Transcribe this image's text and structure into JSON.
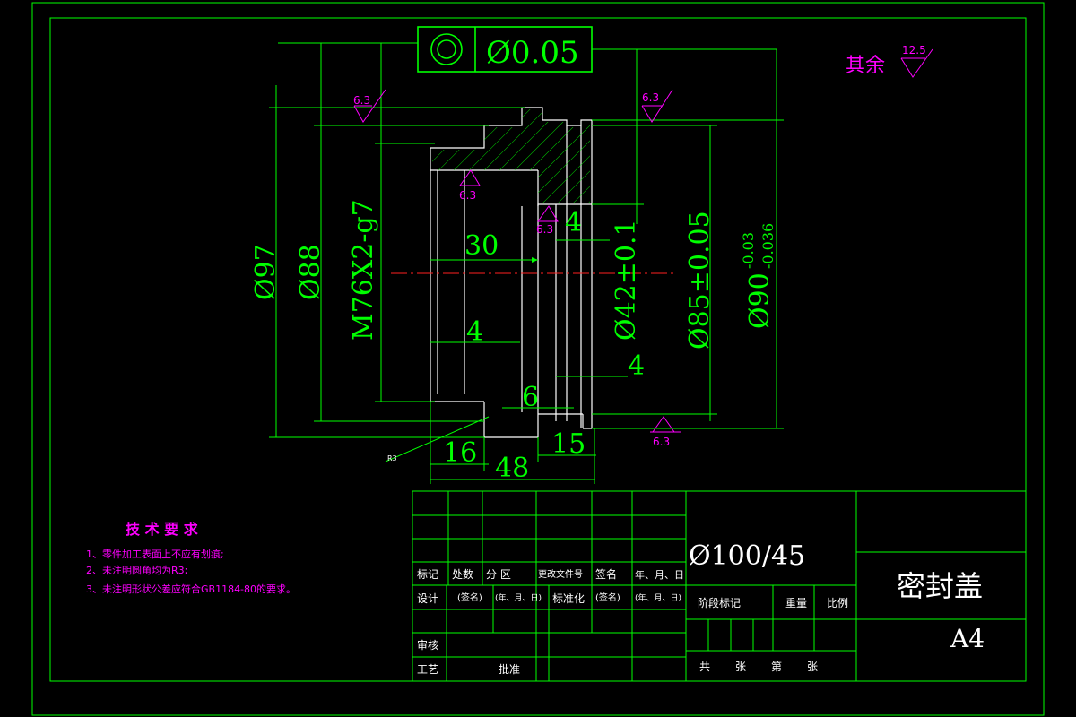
{
  "drawing": {
    "tolerance_frame": {
      "symbol": "concentricity",
      "value": "Ø0.05"
    },
    "surface_finish_rest": {
      "label": "其余",
      "value": "12.5"
    },
    "roughness_marks": [
      "6.3",
      "6.3",
      "6.3",
      "6.3",
      "6.3"
    ],
    "dimensions": {
      "d97": "Ø97",
      "d88": "Ø88",
      "thread": "M76X2-g7",
      "d42": "Ø42±0.1",
      "d85": "Ø85±0.05",
      "d90": "Ø90",
      "d90_tol_upper": "-0.03",
      "d90_tol_lower": "-0.036",
      "len30": "30",
      "len4a": "4",
      "len4b": "4",
      "len4c": "4",
      "len6": "6",
      "len16": "16",
      "len15": "15",
      "len48": "48",
      "r3": "R3"
    }
  },
  "notes": {
    "title": "技 术 要 求",
    "items": [
      "1、零件加工表面上不应有划痕;",
      "2、未注明圆角均为R3;",
      "3、未注明形状公差应符合GB1184-80的要求。"
    ]
  },
  "title_block": {
    "material": "Ø100/45",
    "part_name": "密封盖",
    "sheet_size": "A4",
    "labels": {
      "biaoji": "标记",
      "chushu": "处数",
      "fenqu": "分 区",
      "gengwen": "更改文件号",
      "qianming": "签名",
      "nianyueri": "年、月、日",
      "sheji": "设计",
      "qianming2": "(签名)",
      "nyr2": "(年、月、日)",
      "biaozhunhua": "标准化",
      "qianming3": "(签名)",
      "nyr3": "(年、月、日)",
      "jieduan": "阶段标记",
      "zhongliang": "重量",
      "bili": "比例",
      "shenhe": "审核",
      "gongyi": "工艺",
      "pizhun": "批准",
      "gong": "共",
      "zhang": "张",
      "di": "第",
      "zhang2": "张"
    }
  }
}
